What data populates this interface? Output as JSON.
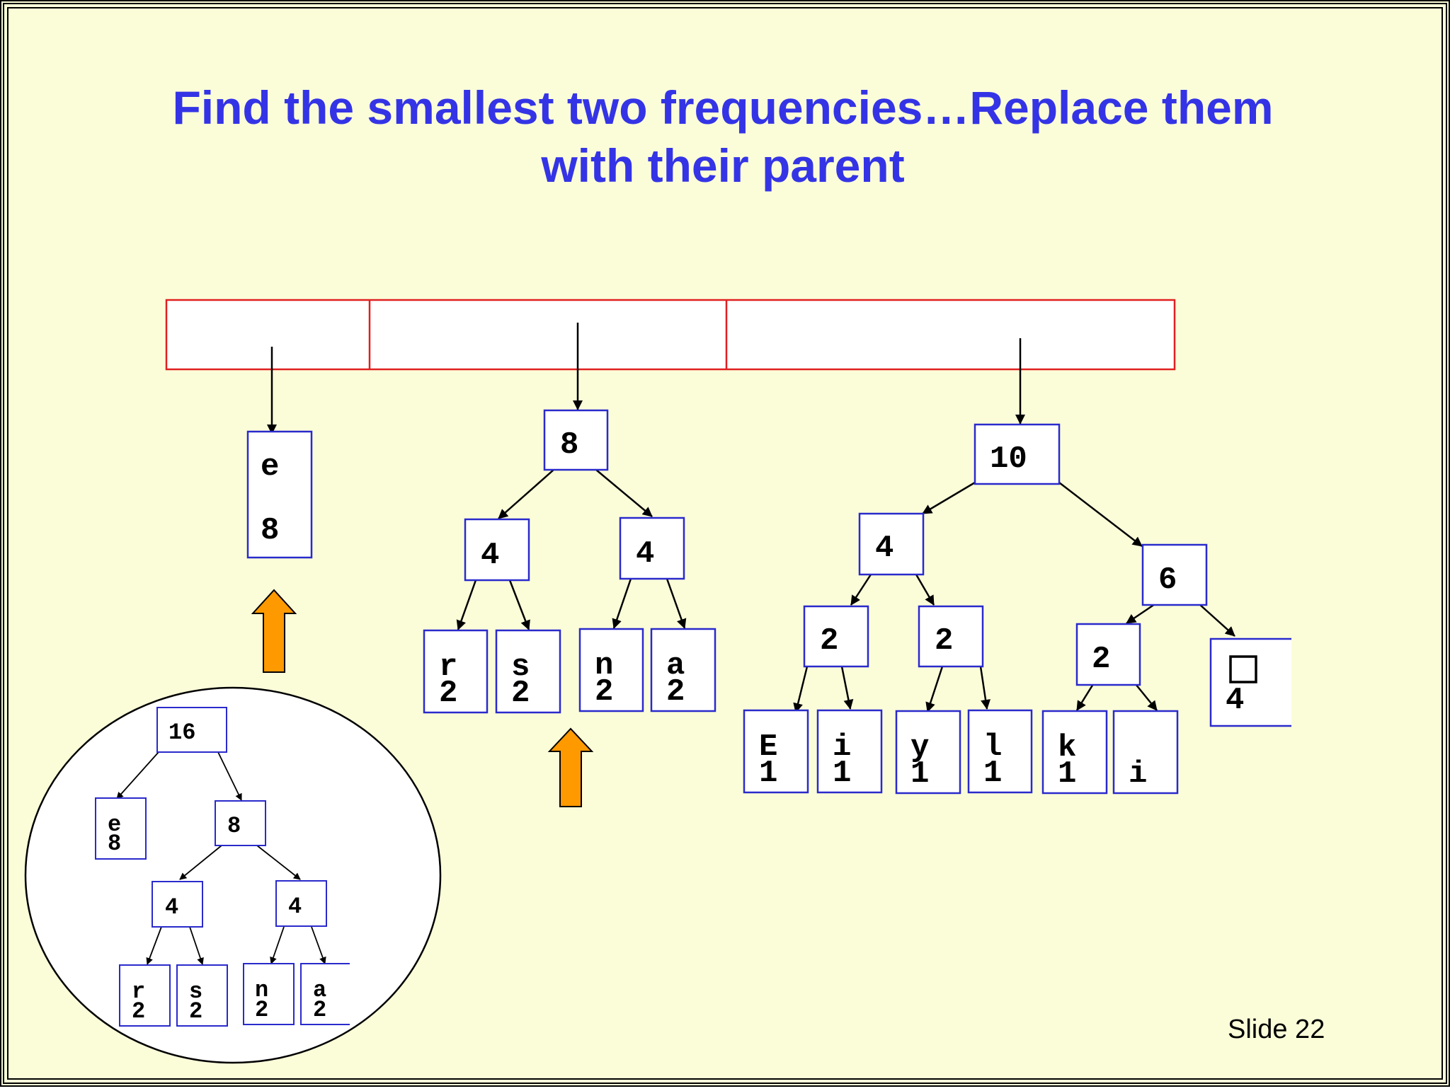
{
  "slide": {
    "title_line1": "Find the smallest two frequencies…Replace them",
    "title_line2": "with their parent",
    "slide_number": "Slide 22"
  },
  "colors": {
    "background": "#fbfdd9",
    "title": "#3434e6",
    "node_border": "#2a2acc",
    "queue_border": "#e02020",
    "highlight_arrow": "#ff9900"
  },
  "icons": [
    "up-arrow-icon",
    "up-arrow-icon"
  ],
  "queue": {
    "slots": 3
  },
  "trees": {
    "e8": {
      "label": "e",
      "freq": "8"
    },
    "t8": {
      "root": "8",
      "left": "4",
      "right": "4",
      "leaves": [
        {
          "label": "r",
          "freq": "2"
        },
        {
          "label": "s",
          "freq": "2"
        },
        {
          "label": "n",
          "freq": "2"
        },
        {
          "label": "a",
          "freq": "2"
        }
      ]
    },
    "t10": {
      "root": "10",
      "left": "4",
      "right": "6",
      "left_children": [
        "2",
        "2"
      ],
      "right_child": "2",
      "space_leaf": {
        "label": "□",
        "freq": "4"
      },
      "leaves": [
        {
          "label": "E",
          "freq": "1"
        },
        {
          "label": "i",
          "freq": "1"
        },
        {
          "label": "y",
          "freq": "1"
        },
        {
          "label": "l",
          "freq": "1"
        },
        {
          "label": "k",
          "freq": "1"
        },
        {
          "label": "",
          "freq": "i"
        }
      ]
    }
  },
  "inset": {
    "root": "16",
    "e_leaf": {
      "label": "e",
      "freq": "8"
    },
    "mid": "8",
    "fours": [
      "4",
      "4"
    ],
    "leaves": [
      {
        "label": "r",
        "freq": "2"
      },
      {
        "label": "s",
        "freq": "2"
      },
      {
        "label": "n",
        "freq": "2"
      },
      {
        "label": "a",
        "freq": "2"
      }
    ]
  }
}
